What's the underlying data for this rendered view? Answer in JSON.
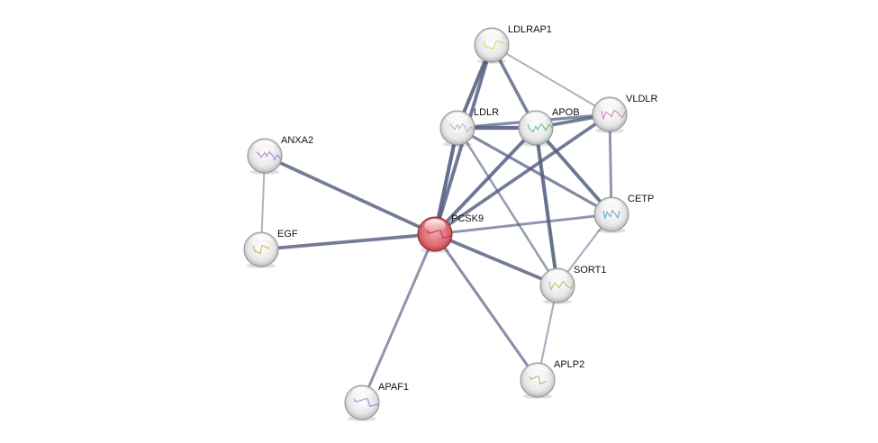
{
  "network": {
    "edge_color": "#525d7f",
    "nodes": [
      {
        "id": "LDLRAP1",
        "label": "LDLRAP1",
        "query": false,
        "structure_color": "#d8d23a"
      },
      {
        "id": "LDLR",
        "label": "LDLR",
        "query": false,
        "structure_color": "#b9a2c8"
      },
      {
        "id": "APOB",
        "label": "APOB",
        "query": false,
        "structure_color": "#49b56a"
      },
      {
        "id": "VLDLR",
        "label": "VLDLR",
        "query": false,
        "structure_color": "#d96aa8"
      },
      {
        "id": "ANXA2",
        "label": "ANXA2",
        "query": false,
        "structure_color": "#a56fd0"
      },
      {
        "id": "EGF",
        "label": "EGF",
        "query": false,
        "structure_color": "#c9a43a"
      },
      {
        "id": "PCSK9",
        "label": "PCSK9",
        "query": true,
        "structure_color": "#b0275a"
      },
      {
        "id": "CETP",
        "label": "CETP",
        "query": false,
        "structure_color": "#4a9ac0"
      },
      {
        "id": "SORT1",
        "label": "SORT1",
        "query": false,
        "structure_color": "#8fc850"
      },
      {
        "id": "APLP2",
        "label": "APLP2",
        "query": false,
        "structure_color": "#a7a860"
      },
      {
        "id": "APAF1",
        "label": "APAF1",
        "query": false,
        "structure_color": "#a56fd0"
      }
    ],
    "edges": [
      {
        "source": "LDLRAP1",
        "target": "LDLR",
        "confidence": 0.95
      },
      {
        "source": "LDLRAP1",
        "target": "APOB",
        "confidence": 0.8
      },
      {
        "source": "LDLRAP1",
        "target": "VLDLR",
        "confidence": 0.3
      },
      {
        "source": "LDLRAP1",
        "target": "PCSK9",
        "confidence": 0.9
      },
      {
        "source": "LDLR",
        "target": "APOB",
        "confidence": 0.99
      },
      {
        "source": "LDLR",
        "target": "VLDLR",
        "confidence": 0.7
      },
      {
        "source": "LDLR",
        "target": "PCSK9",
        "confidence": 0.99
      },
      {
        "source": "LDLR",
        "target": "CETP",
        "confidence": 0.7
      },
      {
        "source": "LDLR",
        "target": "SORT1",
        "confidence": 0.5
      },
      {
        "source": "APOB",
        "target": "VLDLR",
        "confidence": 0.85
      },
      {
        "source": "APOB",
        "target": "PCSK9",
        "confidence": 0.9
      },
      {
        "source": "APOB",
        "target": "CETP",
        "confidence": 0.9
      },
      {
        "source": "APOB",
        "target": "SORT1",
        "confidence": 0.95
      },
      {
        "source": "VLDLR",
        "target": "PCSK9",
        "confidence": 0.85
      },
      {
        "source": "VLDLR",
        "target": "CETP",
        "confidence": 0.6
      },
      {
        "source": "ANXA2",
        "target": "PCSK9",
        "confidence": 0.85
      },
      {
        "source": "ANXA2",
        "target": "EGF",
        "confidence": 0.3
      },
      {
        "source": "EGF",
        "target": "PCSK9",
        "confidence": 0.85
      },
      {
        "source": "PCSK9",
        "target": "CETP",
        "confidence": 0.6
      },
      {
        "source": "PCSK9",
        "target": "SORT1",
        "confidence": 0.85
      },
      {
        "source": "PCSK9",
        "target": "APLP2",
        "confidence": 0.65
      },
      {
        "source": "PCSK9",
        "target": "APAF1",
        "confidence": 0.6
      },
      {
        "source": "CETP",
        "target": "SORT1",
        "confidence": 0.35
      },
      {
        "source": "SORT1",
        "target": "APLP2",
        "confidence": 0.35
      }
    ]
  }
}
